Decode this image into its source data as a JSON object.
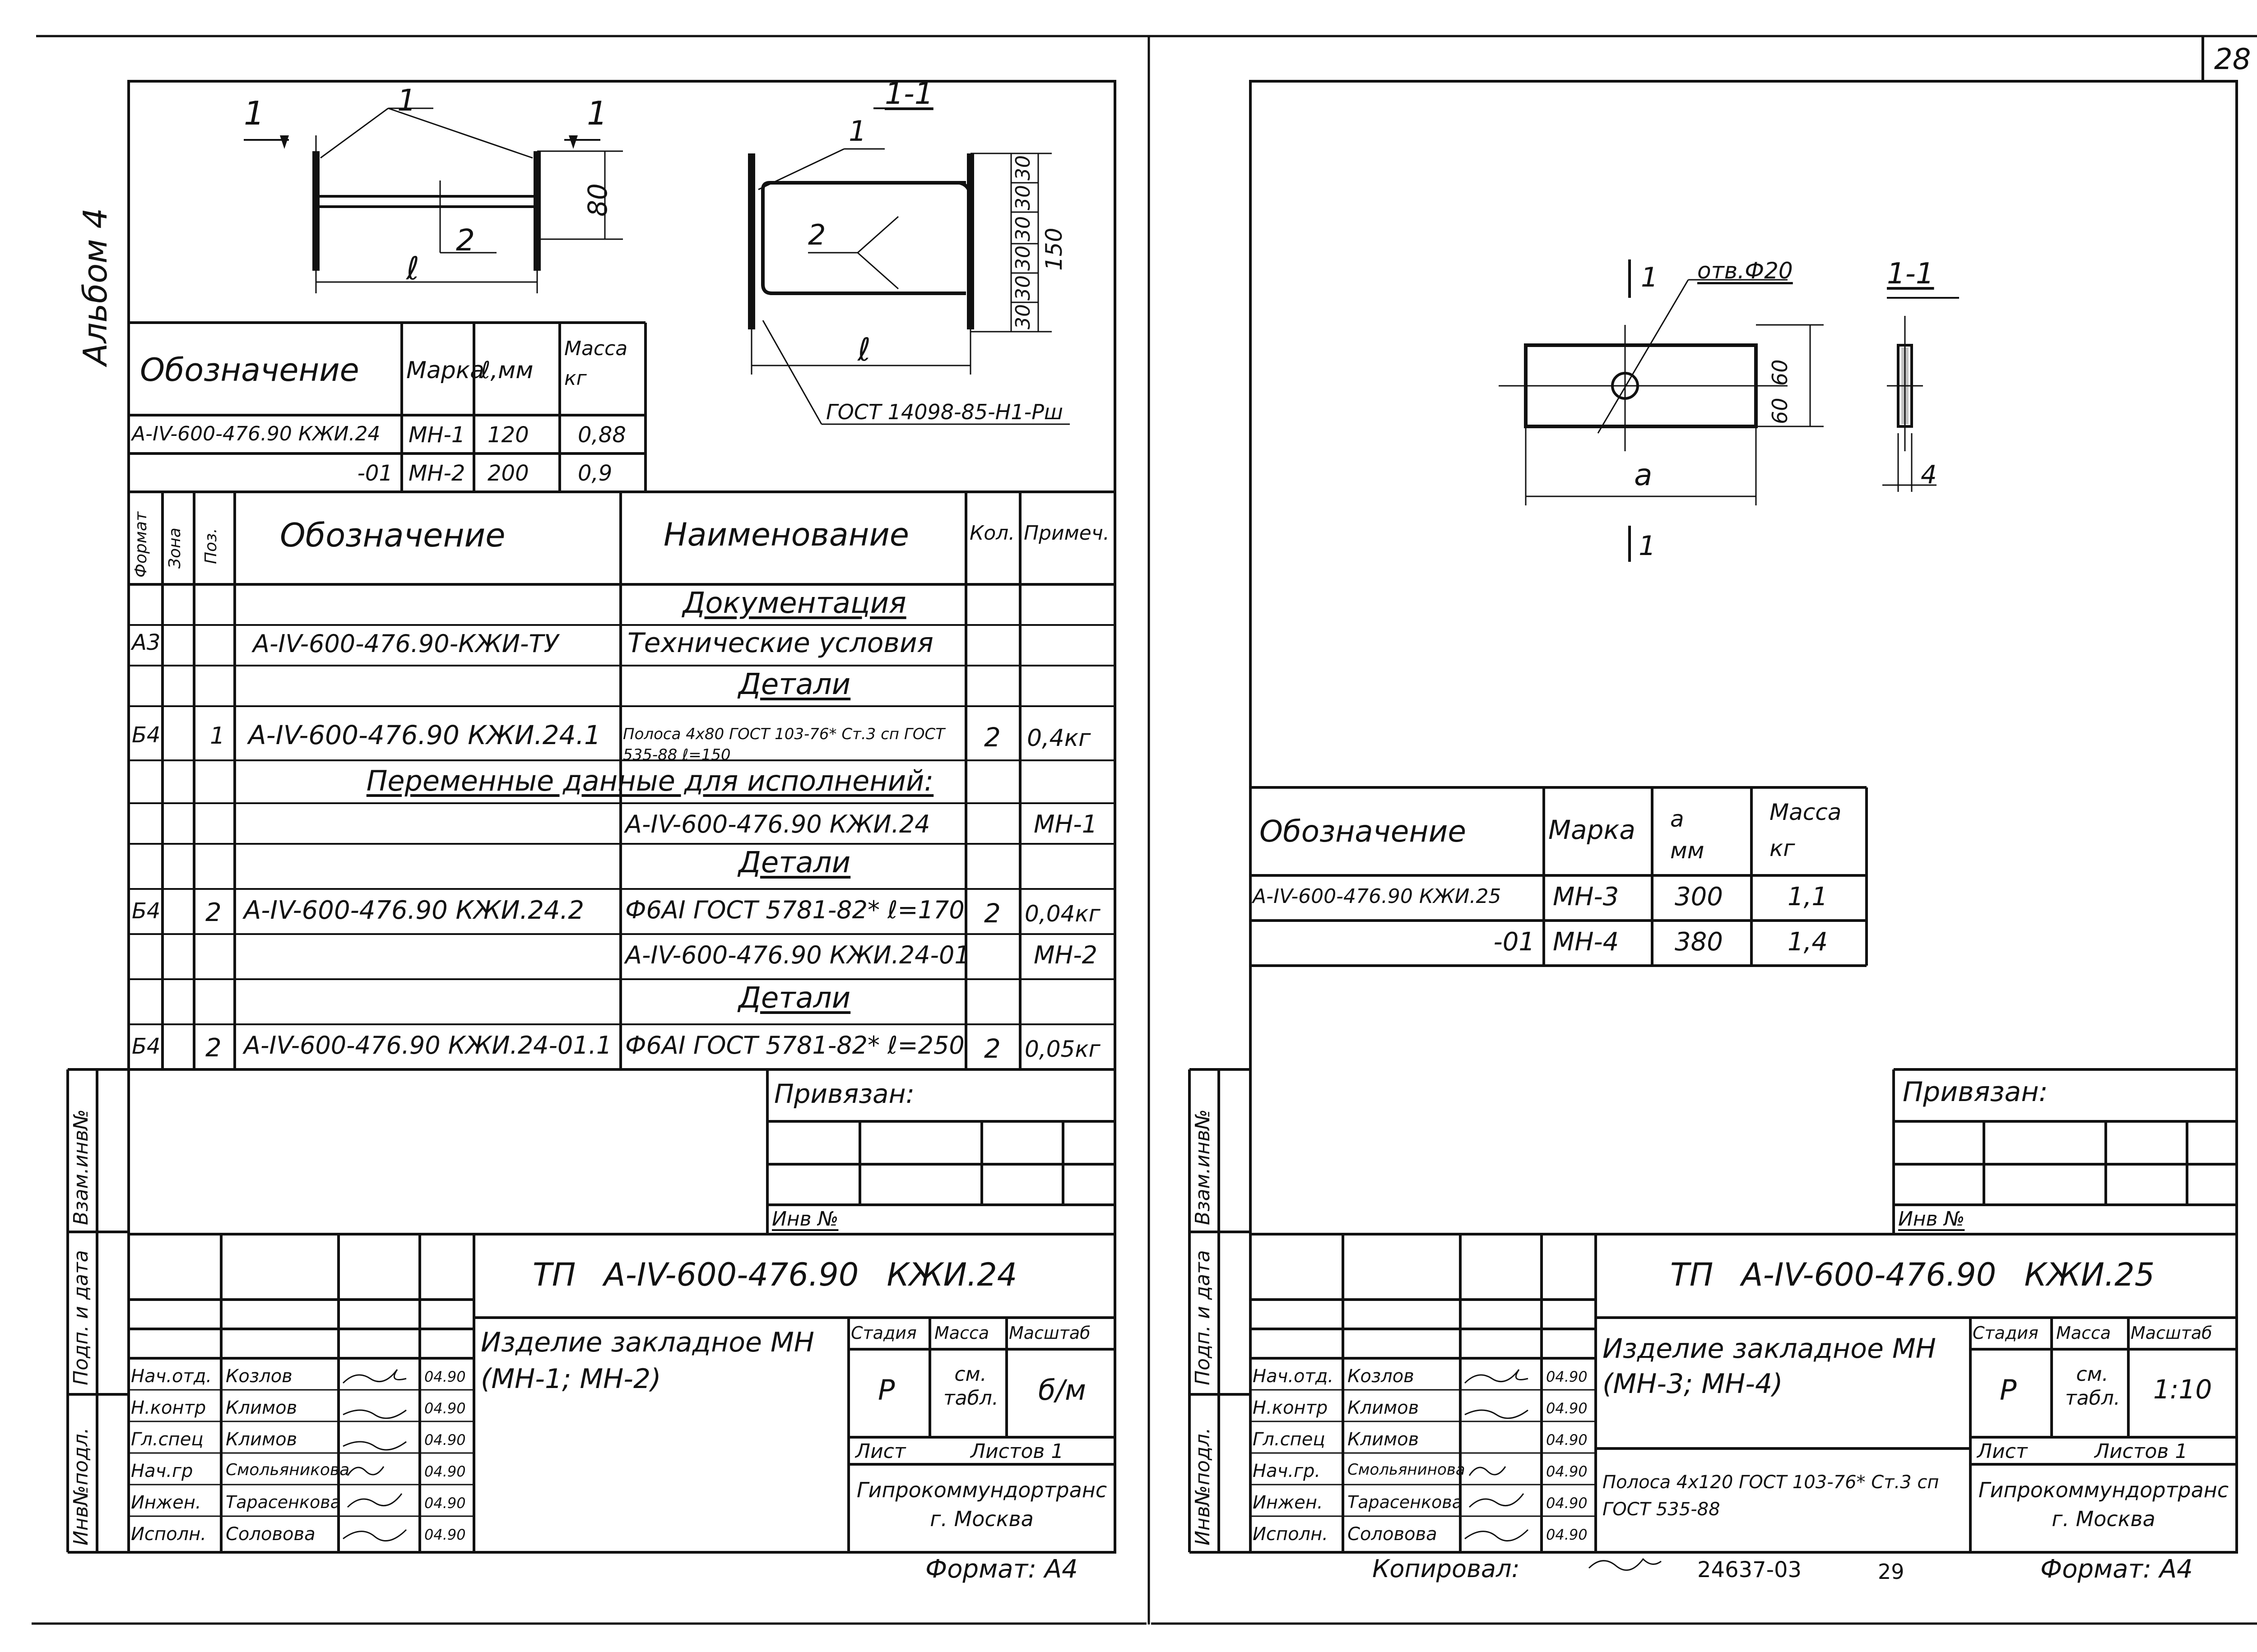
{
  "album": "Альбом 4",
  "page_number": "28",
  "left_sheet": {
    "fig_section_marks": [
      "1",
      "1"
    ],
    "fig_leader_labels": [
      "1",
      "2"
    ],
    "fig_dim_l": "ℓ",
    "fig_dim_80": "80",
    "sec_title": "1-1",
    "sec_leader_labels": [
      "1",
      "2"
    ],
    "sec_dims": [
      "30",
      "30",
      "30",
      "30",
      "30",
      "30"
    ],
    "sec_dim_150": "150",
    "sec_dim_l": "ℓ",
    "sec_weld_note": "ГОСТ 14098-85-Н1-Рш",
    "brand_table": {
      "headers": [
        "Обозначение",
        "Марка",
        "ℓ,мм",
        "Масса кг"
      ],
      "rows": [
        [
          "А-IV-600-476.90 КЖИ.24",
          "МН-1",
          "120",
          "0,88"
        ],
        [
          "-01",
          "МН-2",
          "200",
          "0,9"
        ]
      ]
    },
    "spec_table": {
      "headers": [
        "Формат",
        "Зона",
        "Поз.",
        "Обозначение",
        "Наименование",
        "Кол.",
        "Примеч."
      ],
      "rows": [
        {
          "fmt": "",
          "pos": "",
          "des": "",
          "name": "Документация",
          "qty": "",
          "note": "",
          "heading": true
        },
        {
          "fmt": "А3",
          "pos": "",
          "des": "А-IV-600-476.90-КЖИ-ТУ",
          "name": "Технические условия",
          "qty": "",
          "note": ""
        },
        {
          "fmt": "",
          "pos": "",
          "des": "",
          "name": "Детали",
          "qty": "",
          "note": "",
          "heading": true
        },
        {
          "fmt": "Б4",
          "pos": "1",
          "des": "А-IV-600-476.90 КЖИ.24.1",
          "name": "Полоса 4х80 ГОСТ 103-76* Ст.3 сп ГОСТ 535-88 ℓ=150",
          "qty": "2",
          "note": "0,4кг"
        },
        {
          "fmt": "",
          "pos": "",
          "des": "",
          "name": "Переменные данные для исполнений:",
          "qty": "",
          "note": "",
          "span": true
        },
        {
          "fmt": "",
          "pos": "",
          "des": "",
          "name": "А-IV-600-476.90 КЖИ.24",
          "qty": "",
          "note": "МН-1"
        },
        {
          "fmt": "",
          "pos": "",
          "des": "",
          "name": "Детали",
          "qty": "",
          "note": "",
          "heading": true
        },
        {
          "fmt": "Б4",
          "pos": "2",
          "des": "А-IV-600-476.90 КЖИ.24.2",
          "name": "Ф6АI ГОСТ 5781-82* ℓ=170",
          "qty": "2",
          "note": "0,04кг"
        },
        {
          "fmt": "",
          "pos": "",
          "des": "",
          "name": "А-IV-600-476.90 КЖИ.24-01",
          "qty": "",
          "note": "МН-2"
        },
        {
          "fmt": "",
          "pos": "",
          "des": "",
          "name": "Детали",
          "qty": "",
          "note": "",
          "heading": true
        },
        {
          "fmt": "Б4",
          "pos": "2",
          "des": "А-IV-600-476.90 КЖИ.24-01.1",
          "name": "Ф6АI ГОСТ 5781-82* ℓ=250",
          "qty": "2",
          "note": "0,05кг"
        }
      ]
    },
    "privyazan": "Привязан:",
    "inv_no": "Инв №",
    "side_labels": [
      "Взам.инв№",
      "Подп. и дата",
      "Инв№подл."
    ],
    "stamp": {
      "code": "ТП А-IV-600-476.90 КЖИ.24",
      "title": "Изделие закладное МН (МН-1; МН-2)",
      "stage_label": "Стадия",
      "mass_label": "Масса",
      "scale_label": "Масштаб",
      "stage": "Р",
      "mass": "см. табл.",
      "scale": "б/м",
      "sheet_label": "Лист",
      "sheets_label": "Листов 1",
      "org": "Гипрокоммундортранс г. Москва",
      "people": [
        [
          "Нач.отд.",
          "Козлов",
          "04.90"
        ],
        [
          "Н.контр",
          "Климов",
          "04.90"
        ],
        [
          "Гл.спец",
          "Климов",
          "04.90"
        ],
        [
          "Нач.гр",
          "Смольяникова",
          "04.90"
        ],
        [
          "Инжен.",
          "Тарасенкова",
          "04.90"
        ],
        [
          "Исполн.",
          "Соловова",
          "04.90"
        ]
      ]
    },
    "format": "Формат: А4"
  },
  "right_sheet": {
    "section_marks": [
      "1",
      "1"
    ],
    "hole_note": "отв.Ф20",
    "dim_60a": "60",
    "dim_60b": "60",
    "dim_a": "a",
    "sec_title": "1-1",
    "dim_4": "4",
    "brand_table": {
      "headers": [
        "Обозначение",
        "Марка",
        "a мм",
        "Масса кг"
      ],
      "rows": [
        [
          "А-IV-600-476.90 КЖИ.25",
          "МН-3",
          "300",
          "1,1"
        ],
        [
          "-01",
          "МН-4",
          "380",
          "1,4"
        ]
      ]
    },
    "privyazan": "Привязан:",
    "inv_no": "Инв №",
    "side_labels": [
      "Взам.инв№",
      "Подп. и дата",
      "Инв№подл."
    ],
    "stamp": {
      "code": "ТП А-IV-600-476.90 КЖИ.25",
      "title": "Изделие закладное МН (МН-3; МН-4)",
      "material": "Полоса 4х120 ГОСТ 103-76* Ст.3 сп ГОСТ 535-88",
      "stage_label": "Стадия",
      "mass_label": "Масса",
      "scale_label": "Масштаб",
      "stage": "Р",
      "mass": "см. табл.",
      "scale": "1:10",
      "sheet_label": "Лист",
      "sheets_label": "Листов 1",
      "org": "Гипрокоммундортранс г. Москва",
      "people": [
        [
          "Нач.отд.",
          "Козлов",
          "04.90"
        ],
        [
          "Н.контр",
          "Климов",
          "04.90"
        ],
        [
          "Гл.спец",
          "Климов",
          "04.90"
        ],
        [
          "Нач.гр.",
          "Смольянинова",
          "04.90"
        ],
        [
          "Инжен.",
          "Тарасенкова",
          "04.90"
        ],
        [
          "Исполн.",
          "Соловова",
          "04.90"
        ]
      ]
    },
    "copied": "Копировал:",
    "archive_no": "24637-03",
    "page_small": "29",
    "format": "Формат: А4"
  }
}
